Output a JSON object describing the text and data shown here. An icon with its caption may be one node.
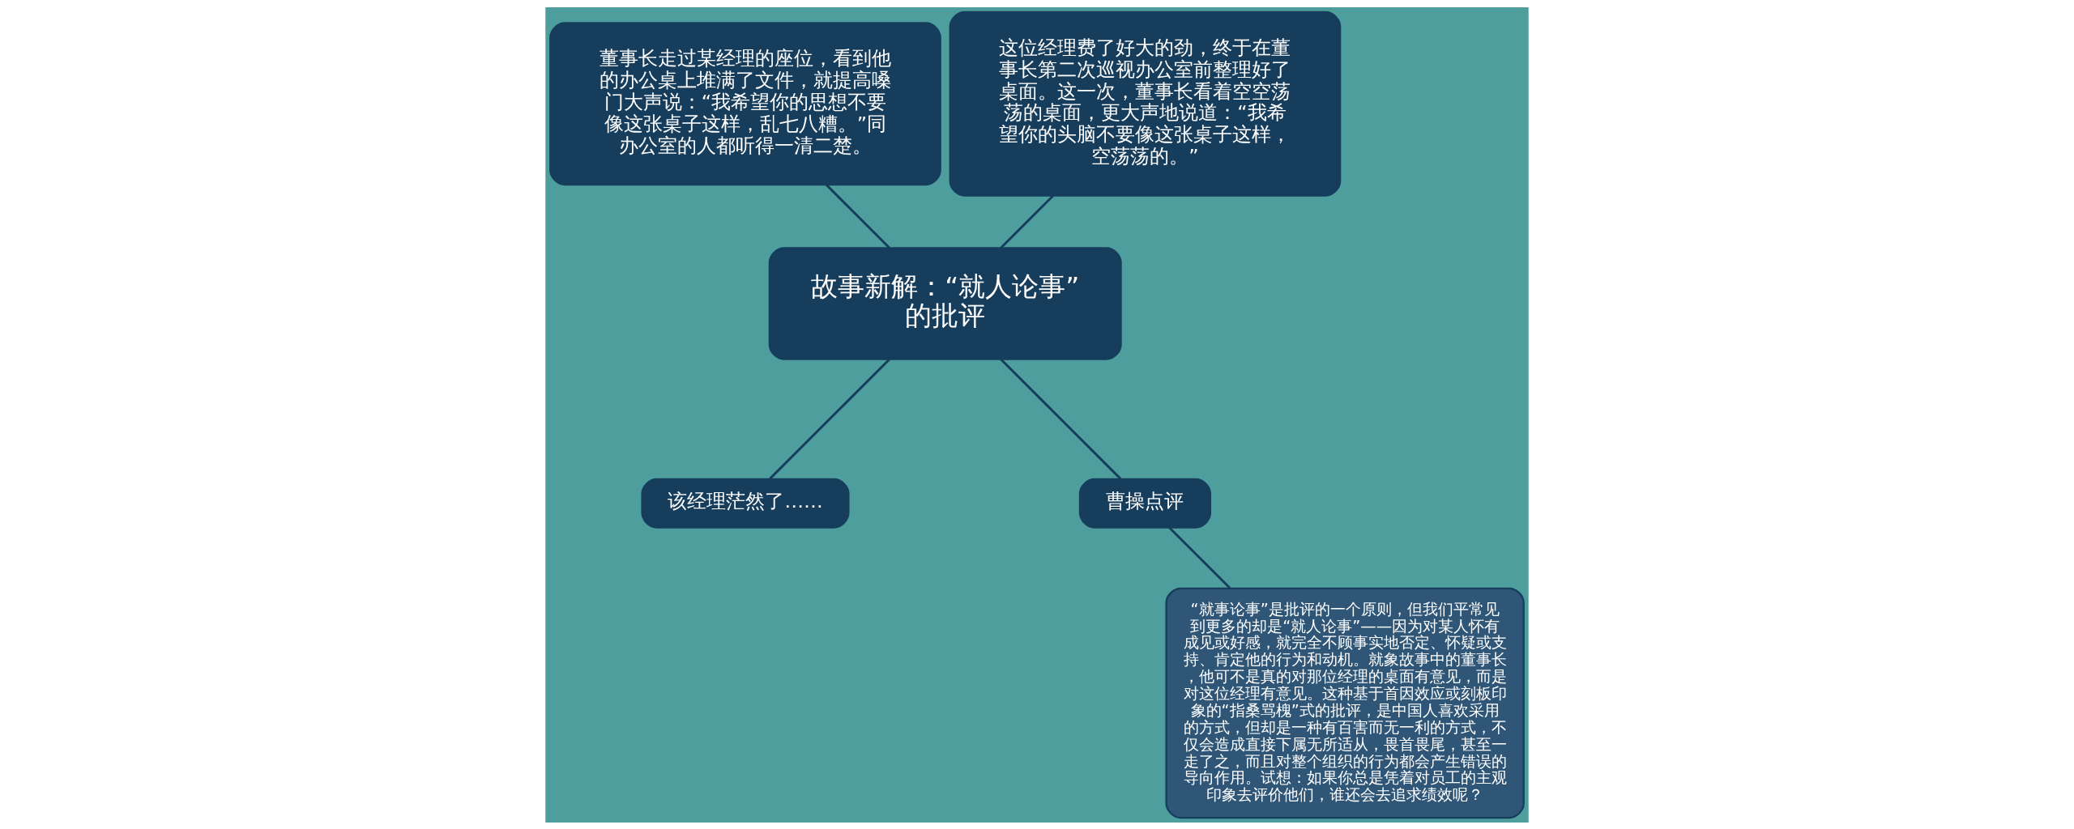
{
  "diagram": {
    "nodes": [
      {
        "text": [
          "故事新解：“就人论事”的批评"
        ]
      },
      {
        "text": [
          "这位经理费了好大的劲，终于在董事长第二次巡视办公室前整理好了桌面。这一次，董事长看着空空荡荡的桌面，更大声地说道：“我希望你的头脑不要像这张桌子这样，空荡荡的。”"
        ]
      },
      {
        "text": [
          "董事长走过某经理的座位，看到他的办公桌上堆满了文件，就提高嗓门大声说：“我希望你的思想不要像这张桌子这样，乱七八糟。”同办公室的人都听得一清二楚。"
        ]
      },
      {
        "text": [
          "该经理茫然了……"
        ]
      },
      {
        "text": [
          "曹操点评"
        ]
      },
      {
        "text": [
          "“就事论事”是批评的一个原则，但我们平常见到更多的却是“就人论事”——因为对某人怀有成见或好感，就完全不顾事实地否定、怀疑或支持、肯定他的行为和动机。就象故事中的董事长，他可不是真的对那位经理的桌面有意见，而是对这位经理有意见。这种基于首因效应或刻板印象的“指桑骂槐”式的批评，是中国人喜欢采用的方式，但却是一种有百害而无一利的方式，不仅会造成直接下属无所适从，畏首畏尾，甚至一走了之，而且对整个组织的行为都会产生错误的导向作用。试想：如果你总是凭着对员工的主观印象去评价他们，谁还会去追求绩效呢？"
        ]
      }
    ],
    "edges": [
      {
        "from": 0,
        "to": 1,
        "arrow": "none"
      },
      {
        "from": 0,
        "to": 2,
        "arrow": "none"
      },
      {
        "from": 0,
        "to": 3,
        "arrow": "none"
      },
      {
        "from": 0,
        "to": 4,
        "arrow": "none"
      },
      {
        "from": 4,
        "to": 5,
        "arrow": "none"
      }
    ]
  }
}
